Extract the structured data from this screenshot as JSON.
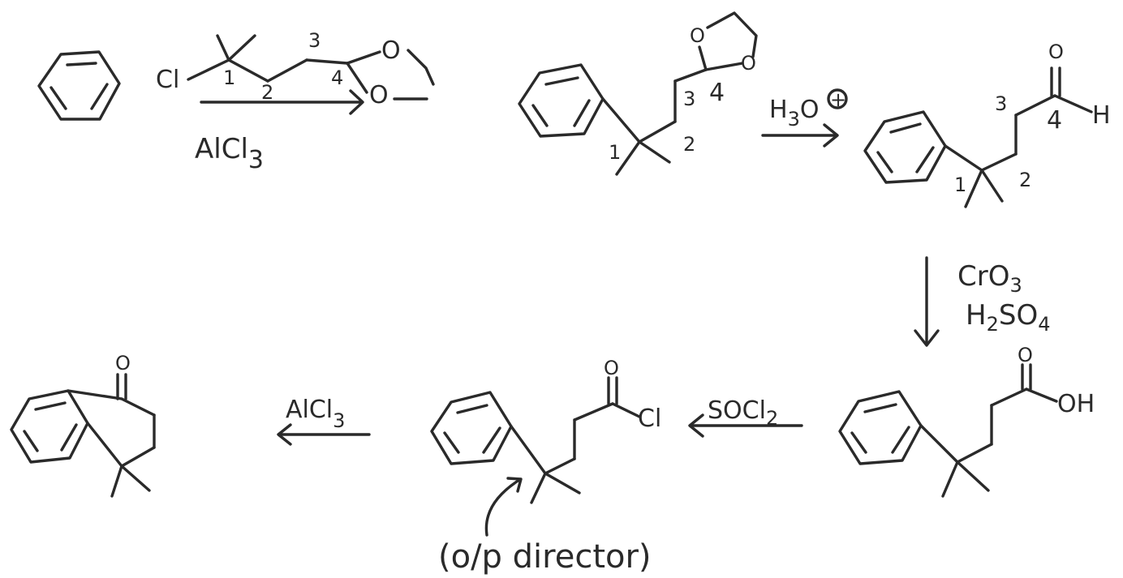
{
  "step1": {
    "reactant_cl": "Cl",
    "pos1": "1",
    "pos2": "2",
    "pos3": "3",
    "pos4": "4",
    "reagent": "AlCl",
    "reagent_sub": "3"
  },
  "intermediate": {
    "o_top": "O",
    "o_bottom": "O",
    "pos1": "1",
    "pos2": "2",
    "pos3": "3",
    "pos4": "4"
  },
  "step2": {
    "reagent": "H",
    "reagent_sub": "3",
    "reagent_tail": "O",
    "reagent_charge": "+"
  },
  "aldehyde": {
    "o": "O",
    "h": "H",
    "pos1": "1",
    "pos2": "2",
    "pos3": "3",
    "pos4": "4"
  },
  "step3": {
    "reagent_line1": "CrO",
    "reagent_line1_sub": "3",
    "reagent_line2_a": "H",
    "reagent_line2_sub": "2",
    "reagent_line2_b": "SO",
    "reagent_line2_sub2": "4"
  },
  "acid": {
    "o": "O",
    "oh": "OH"
  },
  "step4": {
    "reagent": "SOCl",
    "reagent_sub": "2"
  },
  "acyl_chloride": {
    "o": "O",
    "cl": "Cl",
    "note": "(o/p director)"
  },
  "step5": {
    "reagent": "AlCl",
    "reagent_sub": "3"
  },
  "product": {
    "o": "O"
  }
}
